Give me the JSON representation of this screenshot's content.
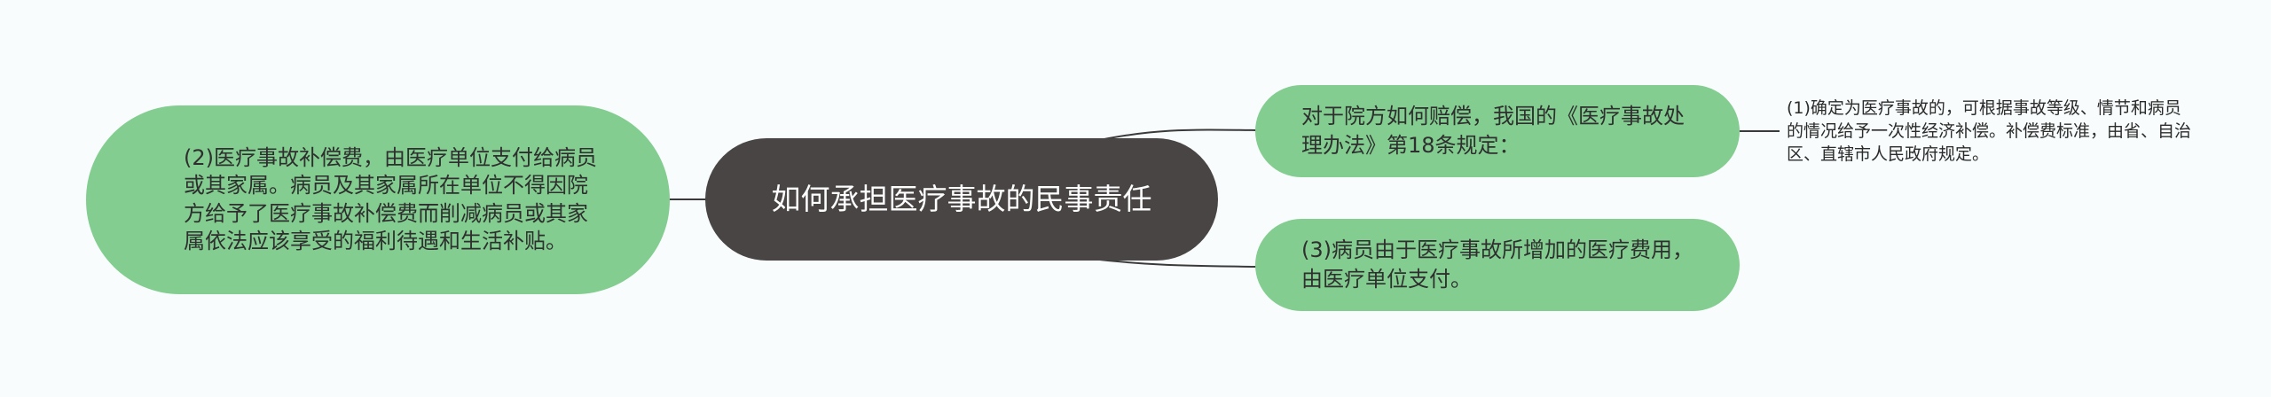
{
  "mindmap": {
    "root": {
      "text": "如何承担医疗事故的民事责任"
    },
    "left": {
      "text": "(2)医疗事故补偿费，由医疗单位支付给病员或其家属。病员及其家属所在单位不得因院方给予了医疗事故补偿费而削减病员或其家属依法应该享受的福利待遇和生活补贴。"
    },
    "right_top": {
      "text": "对于院方如何赔偿，我国的《医疗事故处理办法》第18条规定："
    },
    "right_top_child": {
      "text": "(1)确定为医疗事故的，可根据事故等级、情节和病员的情况给予一次性经济补偿。补偿费标准，由省、自治区、直辖市人民政府规定。"
    },
    "right_bottom": {
      "text": "(3)病员由于医疗事故所增加的医疗费用，由医疗单位支付。"
    }
  },
  "colors": {
    "root_fill": "#4a4545",
    "node_fill": "#82cd8f",
    "connector": "#3a3a3a",
    "background": "#f8fcfc"
  }
}
